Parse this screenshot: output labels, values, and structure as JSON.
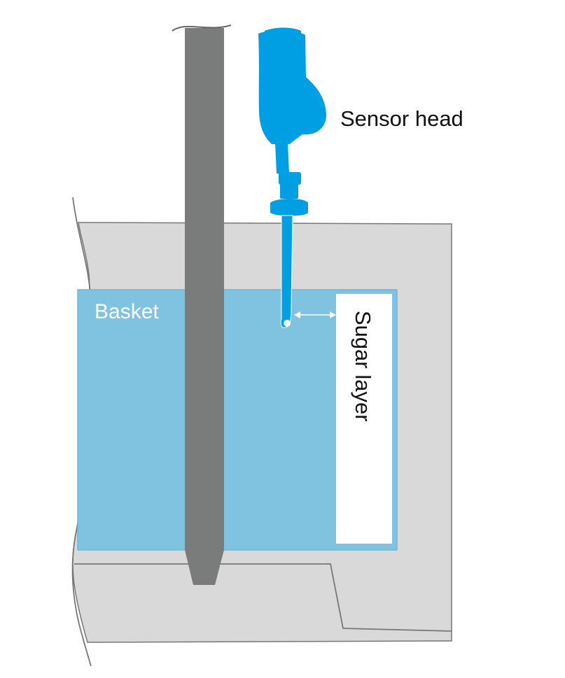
{
  "labels": {
    "sensor_head": "Sensor head",
    "basket": "Basket",
    "sugar_layer": "Sugar layer"
  },
  "colors": {
    "background": "#ffffff",
    "housing_fill": "#d9d9d9",
    "housing_stroke": "#777777",
    "basket_fill": "#80c3e0",
    "basket_stroke": "#6fb6d8",
    "shaft_fill": "#7a7b7b",
    "sensor_blue": "#009fe3",
    "sugar_layer_fill": "#ffffff",
    "label_dark": "#111111",
    "label_light": "#ffffff"
  }
}
